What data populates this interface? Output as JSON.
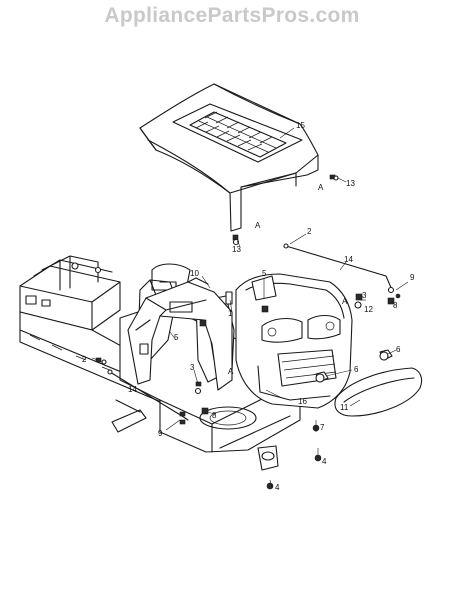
{
  "watermark": "AppliancePartsPros.com",
  "callouts": [
    {
      "id": "c15a",
      "label": "15"
    },
    {
      "id": "c13a",
      "label": "13"
    },
    {
      "id": "cAa",
      "label": "A"
    },
    {
      "id": "cAb",
      "label": "A"
    },
    {
      "id": "c13b",
      "label": "13"
    },
    {
      "id": "c2a",
      "label": "2"
    },
    {
      "id": "c14a",
      "label": "14"
    },
    {
      "id": "c9a",
      "label": "9"
    },
    {
      "id": "c10",
      "label": "10"
    },
    {
      "id": "c5a",
      "label": "5"
    },
    {
      "id": "cAc",
      "label": "A"
    },
    {
      "id": "c3a",
      "label": "3"
    },
    {
      "id": "c8a",
      "label": "8"
    },
    {
      "id": "c12",
      "label": "12"
    },
    {
      "id": "c1",
      "label": "1"
    },
    {
      "id": "c5b",
      "label": "5"
    },
    {
      "id": "c2b",
      "label": "2"
    },
    {
      "id": "c6a",
      "label": "6"
    },
    {
      "id": "c6b",
      "label": "6"
    },
    {
      "id": "c3b",
      "label": "3"
    },
    {
      "id": "cAd",
      "label": "A"
    },
    {
      "id": "c14b",
      "label": "14"
    },
    {
      "id": "c16",
      "label": "16"
    },
    {
      "id": "c8b",
      "label": "8"
    },
    {
      "id": "c11",
      "label": "11"
    },
    {
      "id": "c7",
      "label": "7"
    },
    {
      "id": "c9b",
      "label": "9"
    },
    {
      "id": "c4a",
      "label": "4"
    },
    {
      "id": "c4b",
      "label": "4"
    }
  ]
}
